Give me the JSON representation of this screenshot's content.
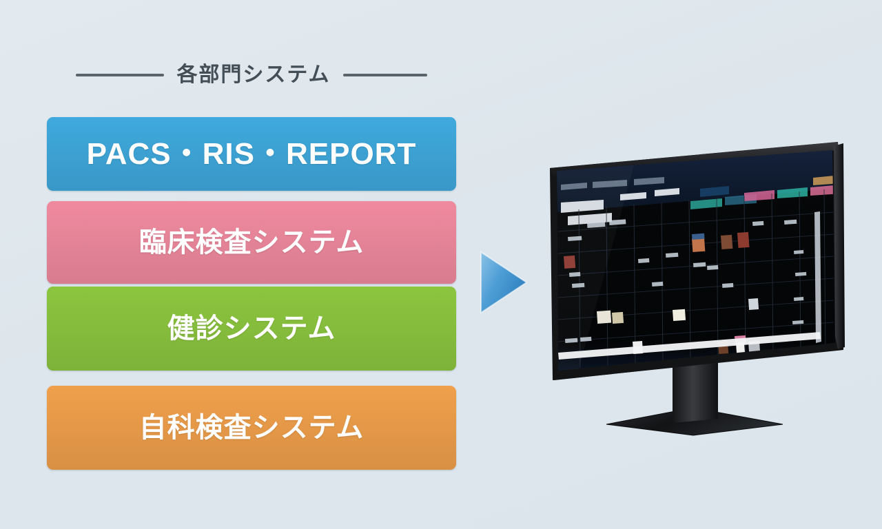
{
  "heading": {
    "text": "各部門システム",
    "rule_color": "#5a646d",
    "text_color": "#444e57"
  },
  "background_color": "#dfe7ec",
  "systems": [
    {
      "label": "PACS・RIS・REPORT",
      "color": "#3fa9dd",
      "name": "pacs-ris-report"
    },
    {
      "label": "臨床検査システム",
      "color": "#f08a9f",
      "name": "clinical-lab-system"
    },
    {
      "label": "健診システム",
      "color": "#8cc63f",
      "name": "health-checkup-system"
    },
    {
      "label": "自科検査システム",
      "color": "#f0a04b",
      "name": "department-exam-system"
    }
  ],
  "arrow": {
    "direction": "right",
    "color_light": "#7fb9e0",
    "color_dark": "#2d7fc0"
  },
  "monitor": {
    "bezel_color": "#1b1c1e",
    "screen_color": "#050608",
    "toolbar_color": "#0e1c32",
    "accent_tabs": [
      "#e26a9c",
      "#2fb8a8",
      "#e8739e",
      "#d9a45a",
      "#3ea6cf"
    ],
    "caption": ""
  }
}
